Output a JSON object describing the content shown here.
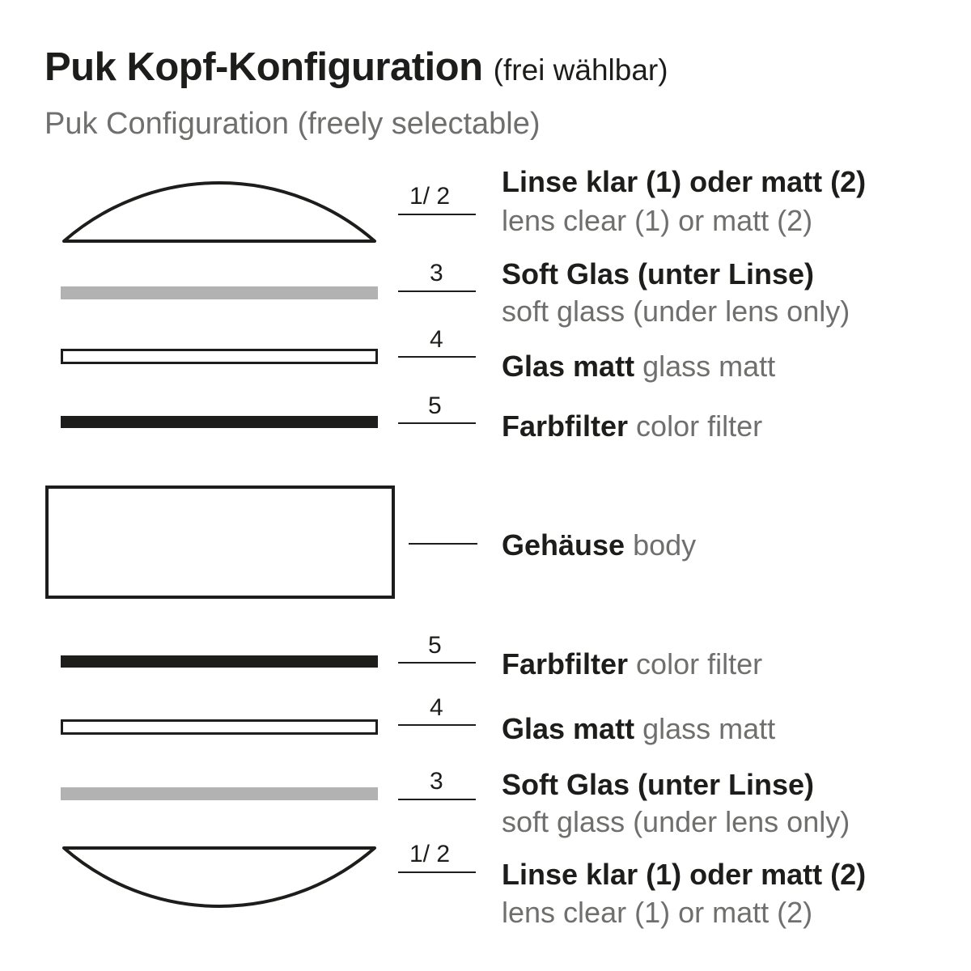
{
  "header": {
    "title": "Puk Kopf-Konfiguration",
    "title_note": "(frei wählbar)",
    "subtitle": "Puk Configuration (freely selectable)"
  },
  "colors": {
    "ink": "#1d1d1b",
    "gray_text": "#6f6f6e",
    "gray_bar": "#b2b2b2"
  },
  "parts": [
    {
      "number": "1/ 2",
      "de": "Linse klar (1) oder matt (2)",
      "en": "lens clear (1) or matt (2)",
      "shape": "lens-dome-top"
    },
    {
      "number": "3",
      "de": "Soft Glas (unter Linse)",
      "en": "soft glass (under lens only)",
      "shape": "soft-glass-gray-bar"
    },
    {
      "number": "4",
      "de": "Glas matt",
      "en": "glass matt",
      "shape": "glass-matt-outlined-bar"
    },
    {
      "number": "5",
      "de": "Farbfilter",
      "en": "color filter",
      "shape": "color-filter-black-bar"
    },
    {
      "number": "",
      "de": "Gehäuse",
      "en": "body",
      "shape": "body-rectangle"
    },
    {
      "number": "5",
      "de": "Farbfilter",
      "en": "color filter",
      "shape": "color-filter-black-bar"
    },
    {
      "number": "4",
      "de": "Glas matt",
      "en": "glass matt",
      "shape": "glass-matt-outlined-bar"
    },
    {
      "number": "3",
      "de": "Soft Glas (unter Linse)",
      "en": "soft glass (under lens only)",
      "shape": "soft-glass-gray-bar"
    },
    {
      "number": "1/ 2",
      "de": "Linse klar (1) oder matt (2)",
      "en": "lens clear (1) or matt (2)",
      "shape": "lens-dome-bottom"
    }
  ]
}
